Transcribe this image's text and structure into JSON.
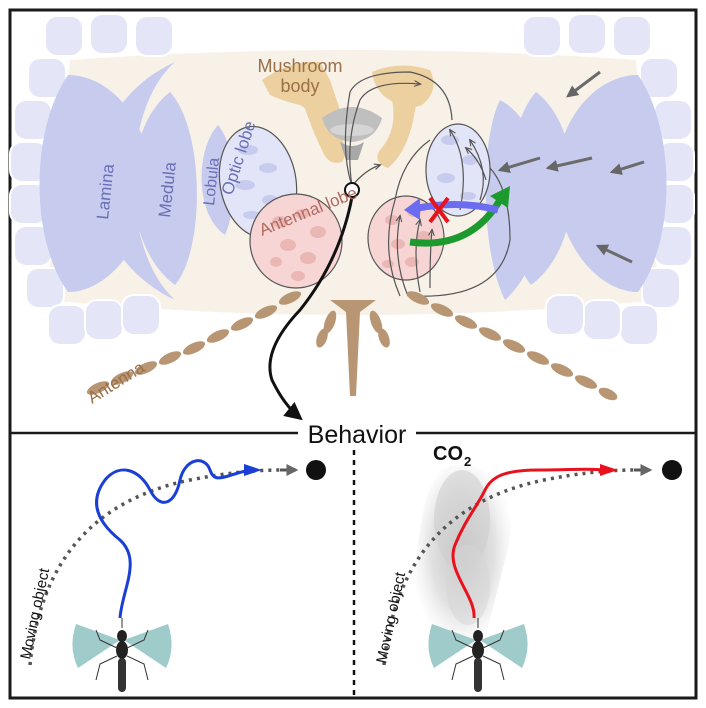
{
  "labels": {
    "mushroom_line1": "Mushroom",
    "mushroom_line2": "body",
    "optic_lobe": "Optic lobe",
    "antennal_lobe": "Antennal lobe",
    "lamina": "Lamina",
    "medula": "Medula",
    "lobula": "Lobula",
    "antenna": "Antenna",
    "behavior": "Behavior",
    "co2_main": "CO",
    "co2_sub": "2",
    "moving_object_left": "Moving object",
    "moving_object_right": "Moving object"
  },
  "colors": {
    "visual_blue": "#c7cbee",
    "optic_pale": "#e2e5f7",
    "mushroom_tan": "#ecd09f",
    "antennal_pink": "#f6d5d4",
    "antenna_brown": "#b89674",
    "background_cream": "#f7f1e8",
    "path_blue": "#1a3fd6",
    "path_red": "#e8121e",
    "green_arrow": "#1c9a2e",
    "purple_arrow": "#6c6cf0",
    "block_x": "#e8121e"
  }
}
